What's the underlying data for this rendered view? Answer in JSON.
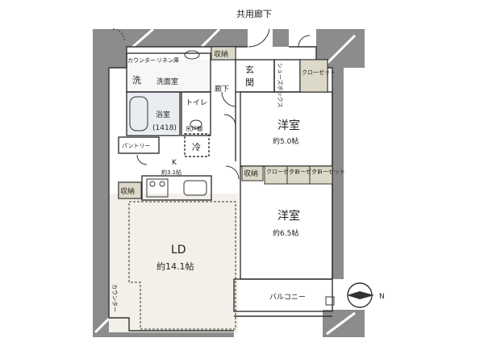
{
  "corridor_label": "共用廊下",
  "rooms": {
    "counter_top": "カウンター",
    "linen": "リネン庫",
    "storage_top": "収納",
    "washroom_mark": "洗",
    "washroom": "洗面室",
    "entrance_1": "玄",
    "entrance_2": "関",
    "shoes_box": "シューズボックス",
    "closet_entrance": "クローゼット",
    "hallway": "廊下",
    "toilet": "トイレ",
    "bath": "浴室",
    "bath_size": "(1418)",
    "hanging_cupboard": "吊戸棚",
    "fridge": "冷",
    "pantry": "パントリー",
    "kitchen": "K",
    "kitchen_size": "約3.1帖",
    "storage_kitchen": "収納",
    "storage_bedroom": "収納",
    "closet_1": "クローゼット",
    "closet_2": "クローゼット",
    "closet_3": "クローゼット",
    "bedroom1": "洋室",
    "bedroom1_size": "約5.0帖",
    "bedroom2": "洋室",
    "bedroom2_size": "約6.5帖",
    "living": "LD",
    "living_size": "約14.1帖",
    "counter_side": "カウンター",
    "balcony": "バルコニー"
  },
  "compass_label": "N",
  "colors": {
    "wall": "#8c8c8c",
    "line": "#333333",
    "closet_fill": "#ddd9c8",
    "floor": "#ffffff",
    "living_floor": "#f2f0e8",
    "wet_floor": "#e9edf2"
  }
}
